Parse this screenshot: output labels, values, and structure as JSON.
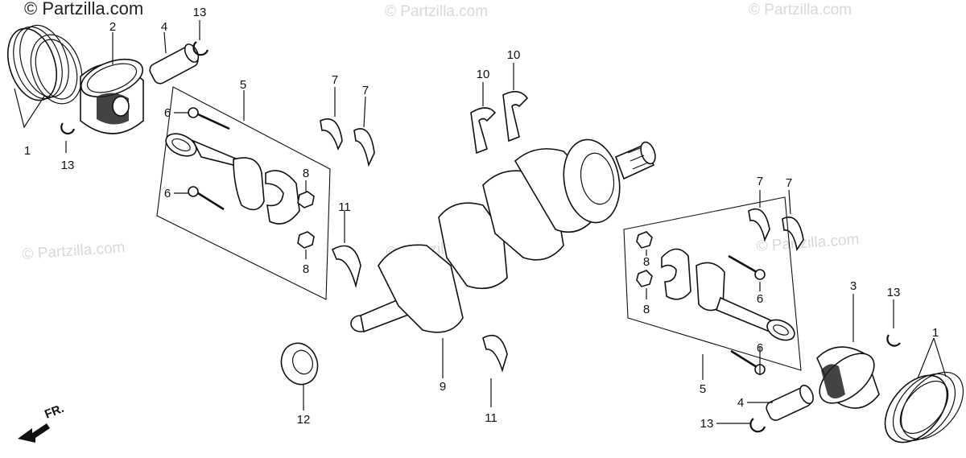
{
  "watermarks": [
    "© Partzilla.com",
    "© Partzilla.com",
    "© Partzilla.com",
    "© Partzilla.com",
    "© Partzilla.com",
    "© Partzilla.com"
  ],
  "direction_label": "FR.",
  "callouts": {
    "c1a": "1",
    "c1b": "1",
    "c2": "2",
    "c3": "3",
    "c4a": "4",
    "c4b": "4",
    "c5a": "5",
    "c5b": "5",
    "c6a": "6",
    "c6b": "6",
    "c6c": "6",
    "c6d": "6",
    "c7a": "7",
    "c7b": "7",
    "c7c": "7",
    "c7d": "7",
    "c8a": "8",
    "c8b": "8",
    "c8c": "8",
    "c8d": "8",
    "c9": "9",
    "c10a": "10",
    "c10b": "10",
    "c11a": "11",
    "c11b": "11",
    "c12": "12",
    "c13a": "13",
    "c13b": "13",
    "c13c": "13",
    "c13d": "13"
  }
}
